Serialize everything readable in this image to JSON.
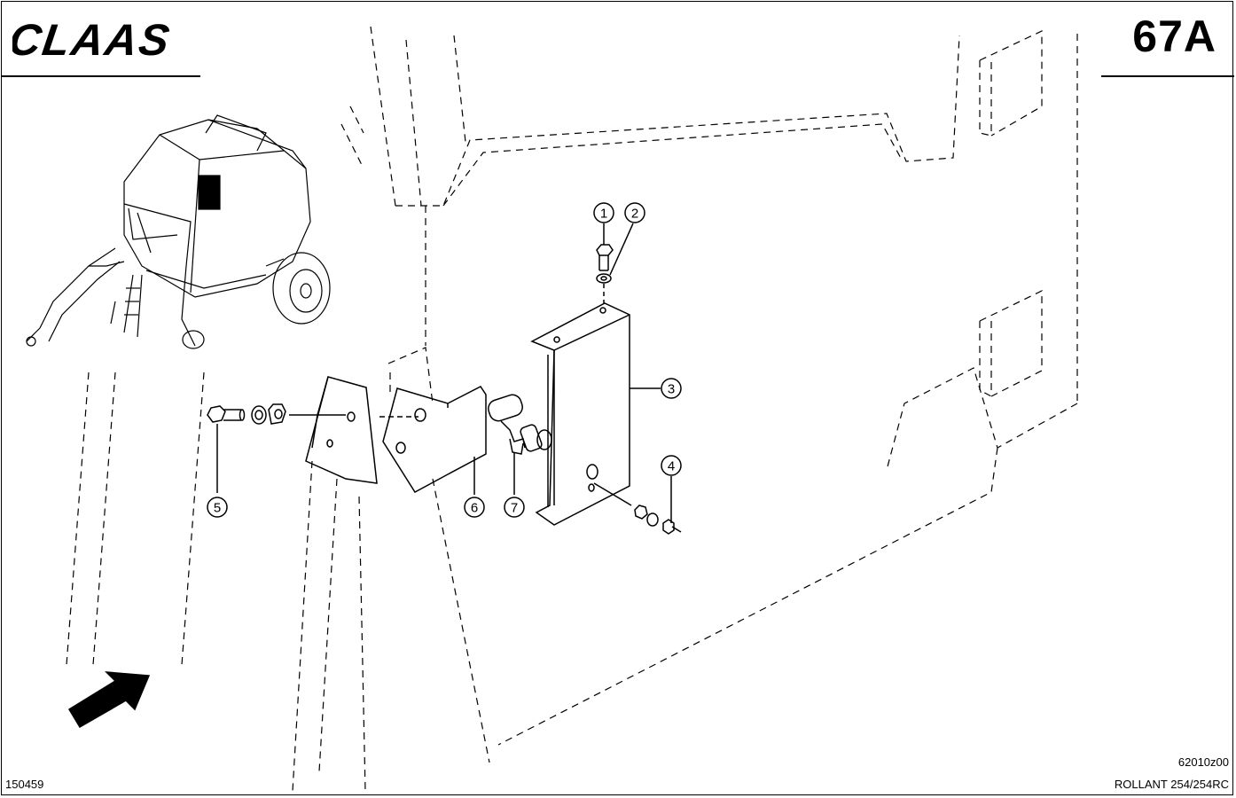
{
  "brand": {
    "logo_text": "CLAAS"
  },
  "header": {
    "page_code": "67A"
  },
  "footer": {
    "left_code": "150459",
    "right_code": "62010z00",
    "model": "ROLLANT 254/254RC"
  },
  "callouts": [
    {
      "number": "1"
    },
    {
      "number": "2"
    },
    {
      "number": "3"
    },
    {
      "number": "4"
    },
    {
      "number": "5"
    },
    {
      "number": "6"
    },
    {
      "number": "7"
    }
  ],
  "colors": {
    "ink": "#000000",
    "paper": "#ffffff"
  }
}
